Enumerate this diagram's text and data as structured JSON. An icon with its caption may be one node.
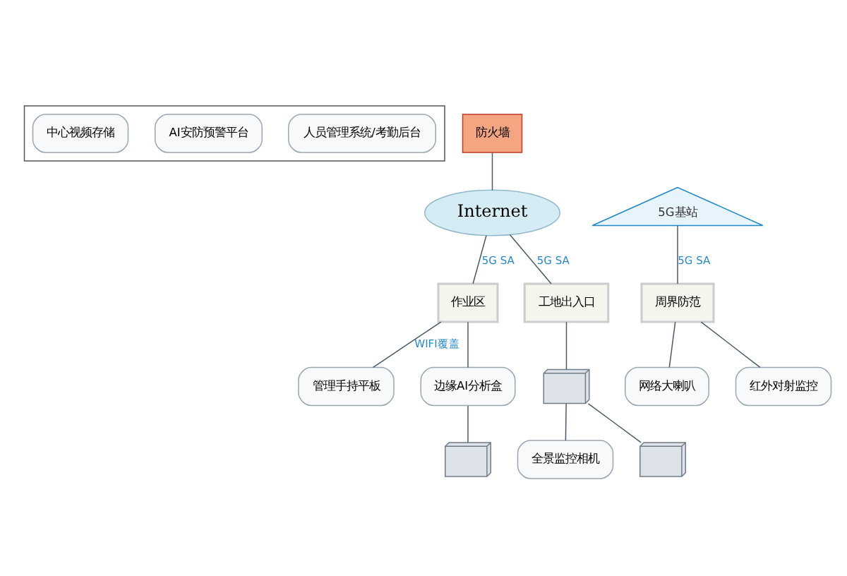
{
  "diagram": {
    "nodes": [
      {
        "text": [],
        "shape": "box"
      },
      {
        "text": [
          "人员管理系统/考勤后台"
        ],
        "in": 0
      },
      {
        "text": [
          "AI安防预警平台"
        ],
        "in": 0
      },
      {
        "text": [
          "中心视频存储"
        ],
        "in": 0
      },
      {
        "text": [
          "防火墙"
        ]
      },
      {
        "text": [
          "Internet"
        ]
      },
      {
        "text": [
          "5G基站"
        ]
      },
      {
        "text": [
          "周界防范"
        ]
      },
      {
        "text": [
          "作业区"
        ]
      },
      {
        "text": [
          "工地出入口"
        ]
      },
      {
        "text": [
          "网络大喇叭"
        ]
      },
      {
        "text": [
          "红外对射监控"
        ]
      },
      {
        "text": [
          "管理手持平板"
        ]
      },
      {
        "text": [
          "边缘AI分析盒"
        ]
      },
      {
        "text": [],
        "shape": "picture"
      },
      {
        "text": [],
        "shape": "picture"
      },
      {
        "text": [
          "全景监控相机"
        ]
      },
      {
        "text": [],
        "shape": "picture"
      }
    ],
    "edges": [
      {
        "from": 4,
        "to": 5,
        "arrow": "none"
      },
      {
        "from": 6,
        "to": 7,
        "arrow": "none",
        "label": "5G SA"
      },
      {
        "from": 5,
        "to": 8,
        "arrow": "none",
        "label": "5G SA"
      },
      {
        "from": 5,
        "to": 9,
        "arrow": "none",
        "label": "5G SA"
      },
      {
        "from": 7,
        "to": 10,
        "arrow": "none"
      },
      {
        "from": 7,
        "to": 11,
        "arrow": "none"
      },
      {
        "from": 8,
        "to": 12,
        "arrow": "none",
        "label": "WIFI覆盖"
      },
      {
        "from": 8,
        "to": 13,
        "arrow": "none"
      },
      {
        "from": 13,
        "to": 14,
        "arrow": "none"
      },
      {
        "from": 9,
        "to": 15,
        "arrow": "none"
      },
      {
        "from": 15,
        "to": 16,
        "arrow": "none"
      },
      {
        "from": 15,
        "to": 17,
        "arrow": "none"
      }
    ]
  }
}
